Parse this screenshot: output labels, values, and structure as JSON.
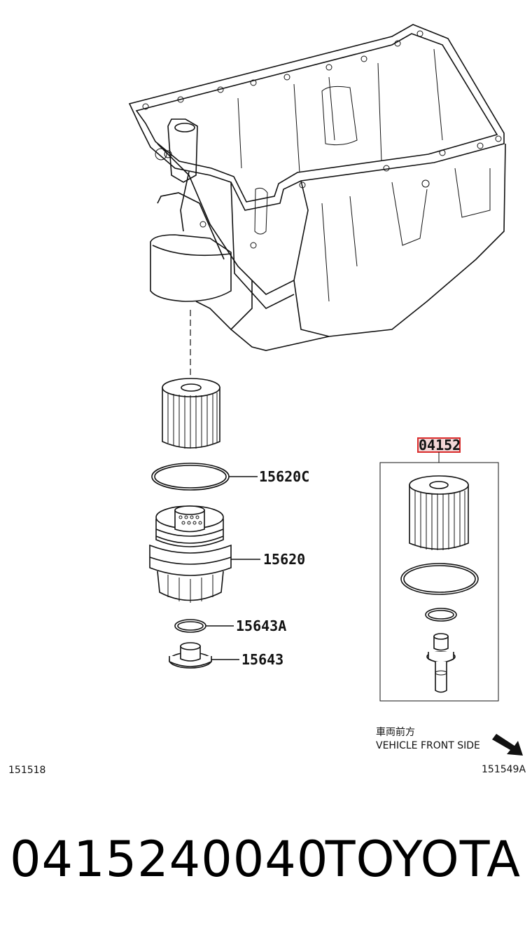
{
  "callouts": {
    "highlight": "04152",
    "oring": "15620C",
    "cap": "15620",
    "small_oring": "15643A",
    "plug": "15643"
  },
  "labels": {
    "vehicle_front_jp": "車両前方",
    "vehicle_front_en": "VEHICLE FRONT SIDE",
    "ref_left": "151518",
    "ref_right": "151549A"
  },
  "footer": {
    "part_number": "0415240040",
    "brand": "TOYOTA"
  },
  "colors": {
    "line": "#111111",
    "highlight_box": "#d92b2b",
    "highlight_fill": "#f3d6d6"
  }
}
